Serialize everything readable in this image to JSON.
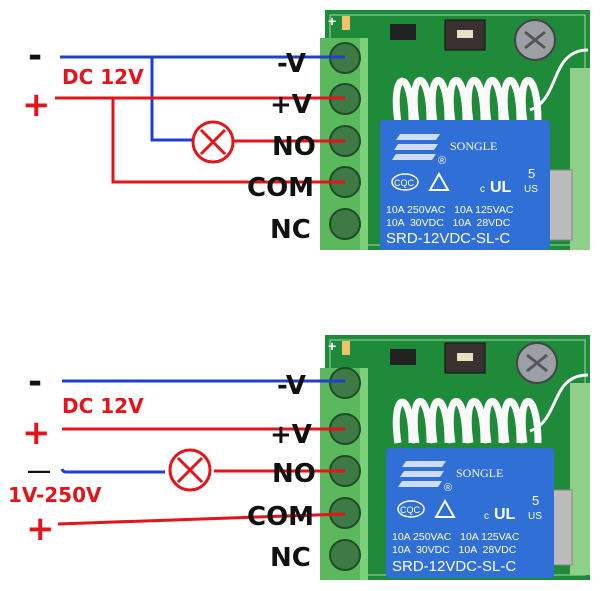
{
  "colors": {
    "red_wire": "#e3141b",
    "blue_wire": "#1f3fd0",
    "pcb": "#1e8a3a",
    "terminal": "#5cb85c",
    "relay": "#2f6fd6"
  },
  "terminals": [
    "-V",
    "+V",
    "NO",
    "COM",
    "NC"
  ],
  "relay": {
    "brand": "SONGLE",
    "cert_cqc": "CQC",
    "ul_number": "5",
    "ul_c": "c",
    "ul_us": "US",
    "rating_line1": "10A 250VAC   10A 125VAC",
    "rating_line2": "10A  30VDC   10A  28VDC",
    "model": "SRD-12VDC-SL-C",
    "registered": "®"
  },
  "pcb_plus": "+",
  "diagram_top": {
    "minus": "-",
    "supply": "DC 12V",
    "plus": "+"
  },
  "diagram_bottom": {
    "minus": "-",
    "supply": "DC 12V",
    "plus": "+",
    "load_minus": "—",
    "load_supply": "1V-250V",
    "load_plus": "+"
  }
}
